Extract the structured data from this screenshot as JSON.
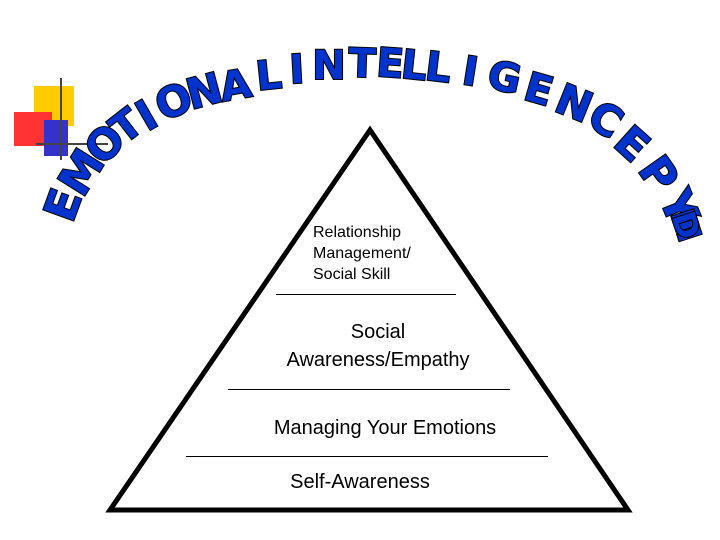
{
  "title": {
    "text": "EMOTIONAL INTELLIGENCE PYRAMID",
    "fill": "#0033cc",
    "outline": "#000000"
  },
  "decor": {
    "yellow": "#ffcc00",
    "red": "#ff3333",
    "blue": "#3333cc"
  },
  "pyramid": {
    "stroke": "#000000",
    "levels": [
      {
        "lines": [
          "Relationship",
          "Management/",
          "Social Skill"
        ]
      },
      {
        "lines": [
          "Social",
          "Awareness/Empathy"
        ]
      },
      {
        "lines": [
          "Managing Your Emotions"
        ]
      },
      {
        "lines": [
          "Self-Awareness"
        ]
      }
    ]
  }
}
